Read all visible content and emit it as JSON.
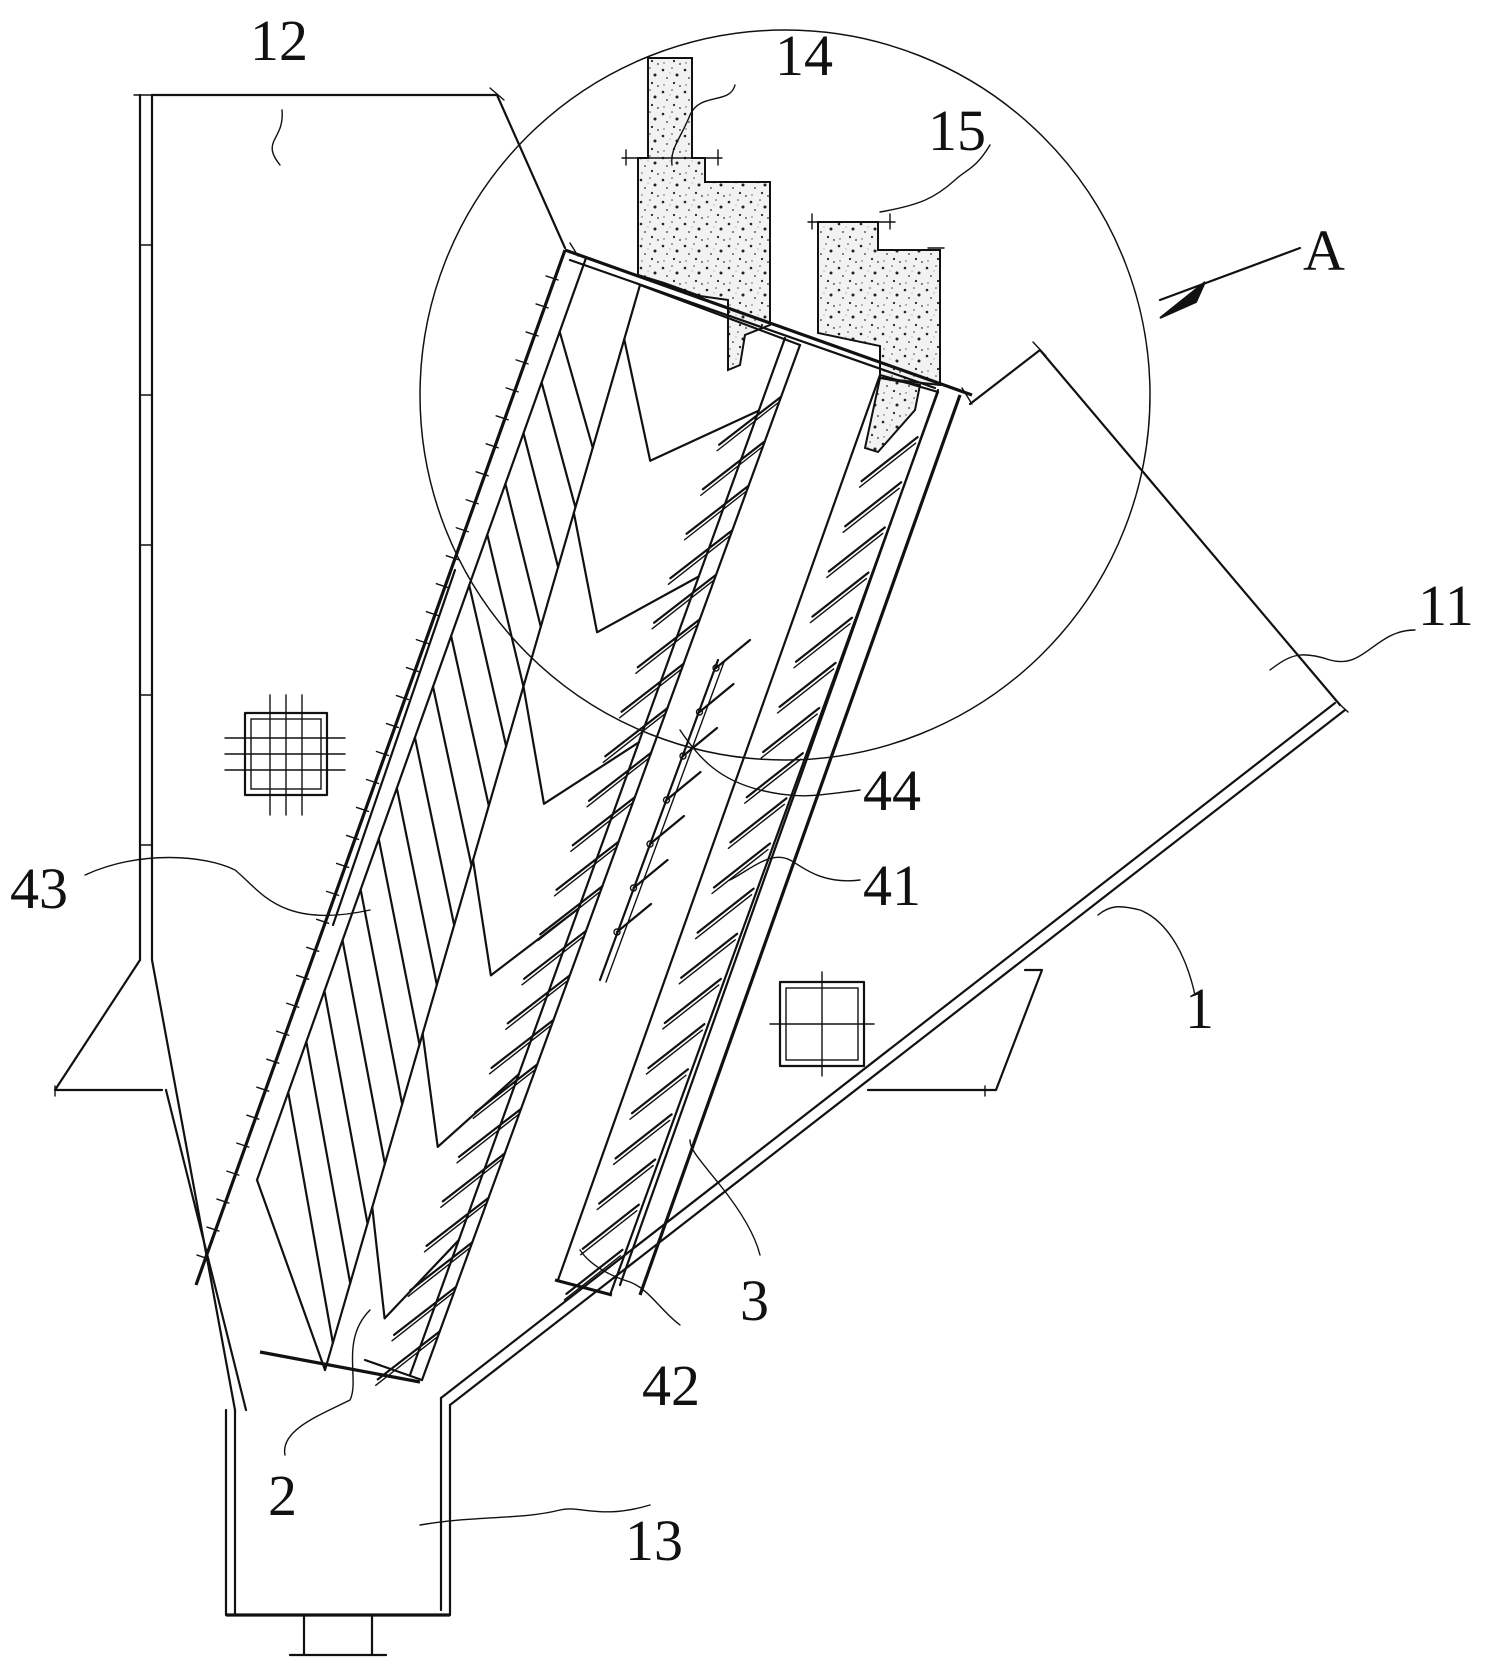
{
  "labels": {
    "l1": "1",
    "l2": "2",
    "l3": "3",
    "l11": "11",
    "l12": "12",
    "l13": "13",
    "l14": "14",
    "l15": "15",
    "l41": "41",
    "l42": "42",
    "l43": "43",
    "l44": "44",
    "detail": "A"
  }
}
